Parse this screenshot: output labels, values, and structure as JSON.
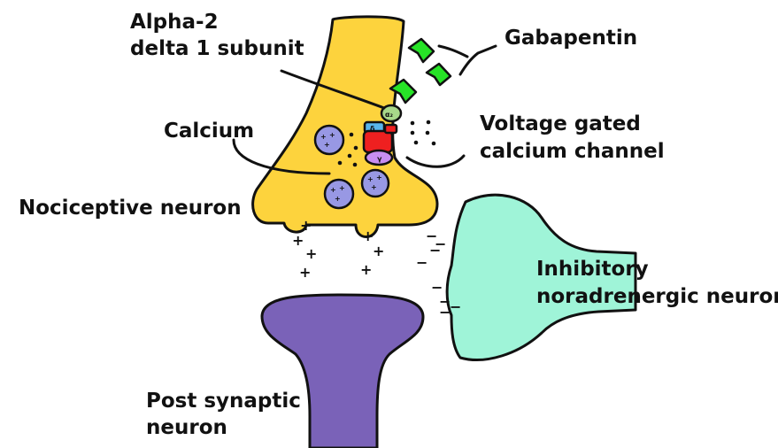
{
  "labels": {
    "alpha2_line1": "Alpha-2",
    "alpha2_line2": "delta 1 subunit",
    "gabapentin": "Gabapentin",
    "calcium": "Calcium",
    "vgcc_line1": "Voltage gated",
    "vgcc_line2": "calcium channel",
    "nociceptive": "Nociceptive neuron",
    "inhibitory_line1": "Inhibitory",
    "inhibitory_line2": "noradrenergic neuron",
    "postsynaptic_line1": "Post synaptic",
    "postsynaptic_line2": "neuron"
  },
  "subunit_labels": {
    "alpha2": "α₂",
    "delta": "δ",
    "gamma": "γ"
  },
  "signs": {
    "plus": "+",
    "minus": "−"
  },
  "colors": {
    "nociceptive_neuron": "#fdd33d",
    "inhibitory_neuron": "#9ff4d8",
    "postsynaptic_neuron": "#7a62b8",
    "gabapentin": "#27e327",
    "calcium_vesicle": "#9898e4",
    "alpha2_subunit": "#a8d88a",
    "delta_subunit": "#58b6ec",
    "channel_pore": "#ef2020",
    "gamma_subunit": "#c88ef2",
    "outline": "#111111"
  }
}
